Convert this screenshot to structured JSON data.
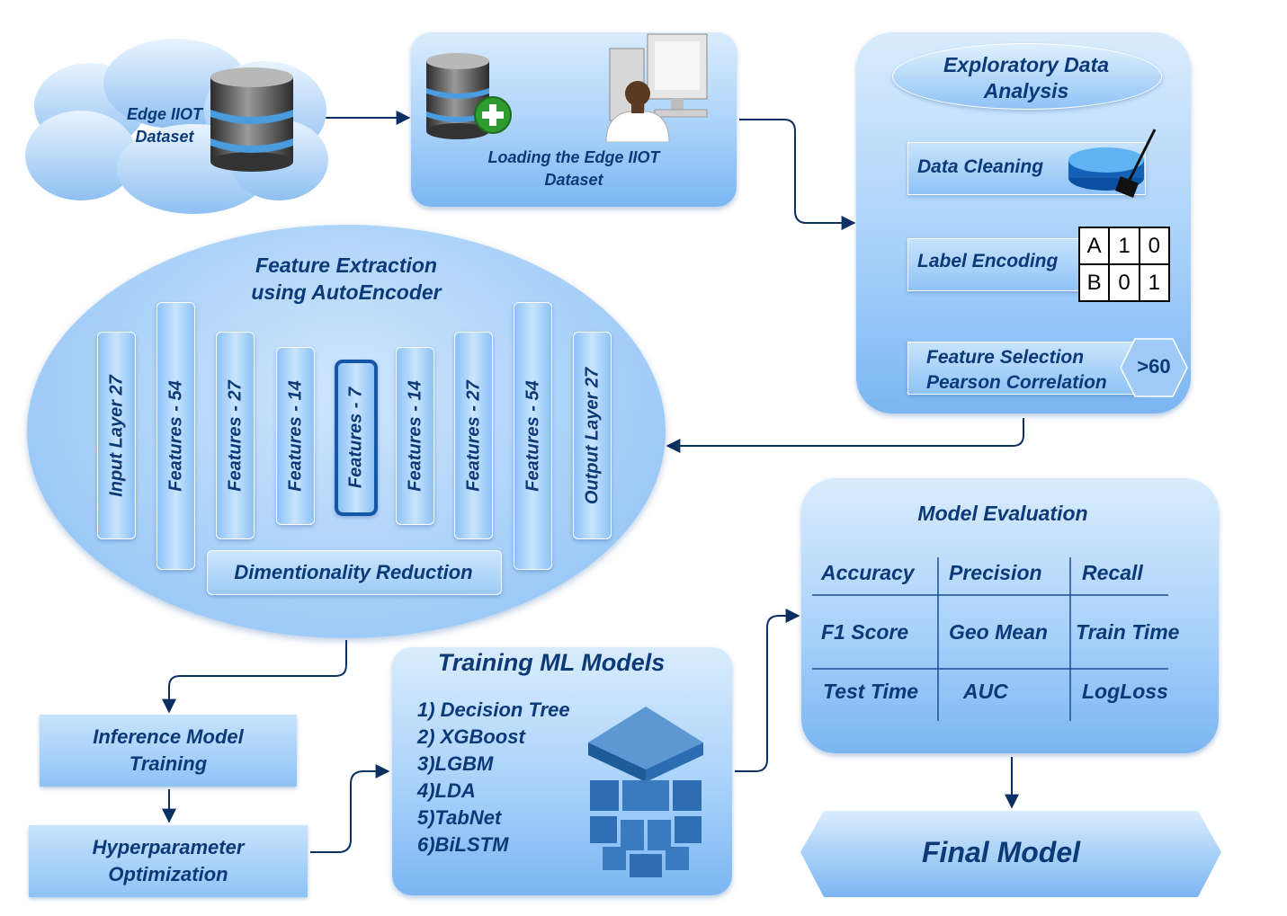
{
  "edge_dataset": "Edge IIOT\nDataset",
  "loading": "Loading the Edge IIOT\nDataset",
  "eda": {
    "title": "Exploratory Data\nAnalysis",
    "cleaning": "Data Cleaning",
    "encoding": "Label Encoding",
    "encoding_table": [
      [
        "A",
        "1",
        "0"
      ],
      [
        "B",
        "0",
        "1"
      ]
    ],
    "selection": "Feature Selection\nPearson Correlation",
    "threshold": ">60"
  },
  "autoencoder": {
    "title": "Feature Extraction\nusing AutoEncoder",
    "layers": [
      "Input Layer 27",
      "Features - 54",
      "Features - 27",
      "Features - 14",
      "Features - 7",
      "Features - 14",
      "Features - 27",
      "Features - 54",
      "Output Layer 27"
    ],
    "reduction": "Dimentionality Reduction"
  },
  "inference": "Inference Model\nTraining",
  "hyperparam": "Hyperparameter\nOptimization",
  "training": {
    "title": "Training ML Models",
    "models": [
      "1) Decision Tree",
      "2) XGBoost",
      "3)LGBM",
      "4)LDA",
      "5)TabNet",
      "6)BiLSTM"
    ]
  },
  "evaluation": {
    "title": "Model Evaluation",
    "metrics": [
      [
        "Accuracy",
        "Precision",
        "Recall"
      ],
      [
        "F1 Score",
        "Geo Mean",
        "Train Time"
      ],
      [
        "Test Time",
        "AUC",
        "LogLoss"
      ]
    ]
  },
  "final": "Final Model",
  "colors": {
    "text": "#0c3a78",
    "accent": "#1457a6",
    "block_light": "#d9ecfd",
    "block_dark": "#7bb6f2"
  }
}
